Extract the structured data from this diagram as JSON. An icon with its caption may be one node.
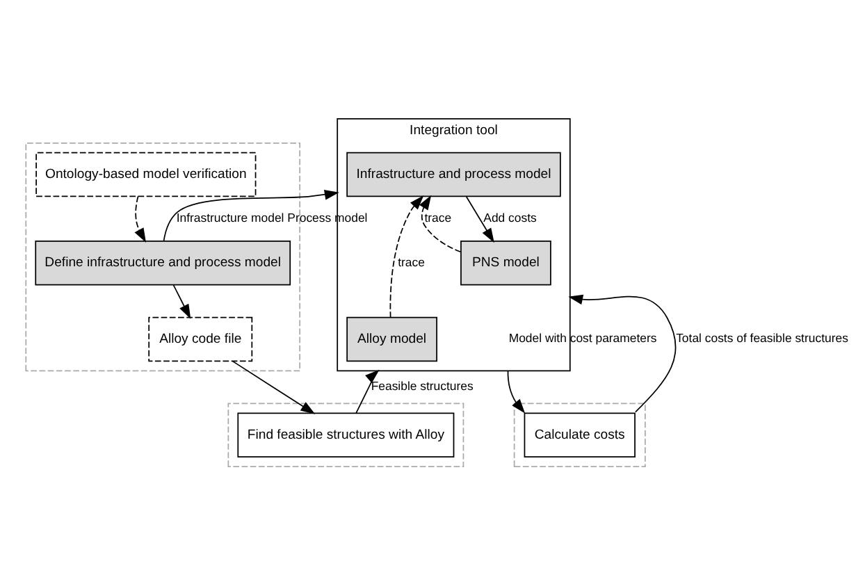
{
  "diagram": {
    "nodes": [
      {
        "text": [],
        "shape": "band"
      },
      {
        "text": [
          "Ontology-based model verification"
        ],
        "in": 0
      },
      {
        "text": [
          "Define infrastructure and process model"
        ],
        "in": 0
      },
      {
        "text": [
          "Alloy code file"
        ],
        "in": 0
      },
      {
        "text": [],
        "shape": "band"
      },
      {
        "text": [
          "Find feasible structures with Alloy"
        ],
        "in": 4
      },
      {
        "text": [],
        "shape": "band"
      },
      {
        "text": [
          "Calculate costs"
        ],
        "in": 6
      },
      {
        "text": [
          "Integration tool"
        ]
      },
      {
        "text": [
          "Infrastructure and process model"
        ],
        "in": 8
      },
      {
        "text": [
          "Alloy model"
        ],
        "in": 8
      },
      {
        "text": [
          "PNS model"
        ],
        "in": 8
      }
    ],
    "edges": [
      {
        "from": 1,
        "to": 2,
        "arrow": "to",
        "style": "dashed"
      },
      {
        "from": 2,
        "to": 8,
        "arrow": "to",
        "label": "Infrastructure model Process model"
      },
      {
        "from": 2,
        "to": 3,
        "arrow": "to"
      },
      {
        "from": 3,
        "to": 5,
        "arrow": "to"
      },
      {
        "from": 5,
        "to": 8,
        "arrow": "to",
        "label": "Feasible structures"
      },
      {
        "from": 10,
        "to": 9,
        "arrow": "to",
        "style": "dashed",
        "label": "trace"
      },
      {
        "from": 11,
        "to": 9,
        "arrow": "to",
        "style": "dashed",
        "label": "trace"
      },
      {
        "from": 9,
        "to": 11,
        "arrow": "to",
        "label": "Add costs"
      },
      {
        "from": 8,
        "to": 7,
        "arrow": "to",
        "label": "Model with cost parameters"
      },
      {
        "from": 7,
        "to": 8,
        "arrow": "to",
        "label": "Total costs of feasible structures"
      }
    ]
  }
}
